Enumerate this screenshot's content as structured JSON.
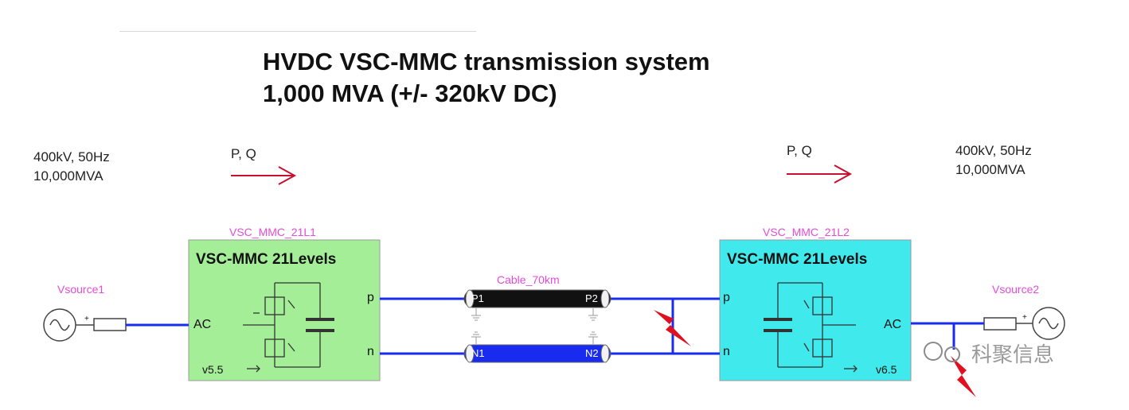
{
  "title": {
    "line1": "HVDC VSC-MMC transmission system",
    "line2": "1,000 MVA (+/- 320kV DC)"
  },
  "source_left": {
    "line1": "400kV, 50Hz",
    "line2": "10,000MVA",
    "name": "Vsource1"
  },
  "source_right": {
    "line1": "400kV, 50Hz",
    "line2": "10,000MVA",
    "name": "Vsource2"
  },
  "power_flow": {
    "left_label": "P, Q",
    "right_label": "P, Q"
  },
  "converter_left": {
    "tag": "VSC_MMC_21L1",
    "title": "VSC-MMC 21Levels",
    "ac_pin": "AC",
    "p_pin": "p",
    "n_pin": "n",
    "version": "v5.5",
    "fill": "#a4ee98"
  },
  "converter_right": {
    "tag": "VSC_MMC_21L2",
    "title": "VSC-MMC 21Levels",
    "ac_pin": "AC",
    "p_pin": "p",
    "n_pin": "n",
    "version": "v6.5",
    "fill": "#3fe9ec"
  },
  "cable": {
    "tag": "Cable_70km",
    "p1": "P1",
    "p2": "P2",
    "n1": "N1",
    "n2": "N2"
  },
  "watermark": {
    "text": "科聚信息"
  },
  "colors": {
    "wire": "#1a2bf0",
    "arrow": "#c8102e",
    "tag": "#e64bd9",
    "cable_pos": "#111111",
    "cable_neg": "#1a2bf0"
  }
}
